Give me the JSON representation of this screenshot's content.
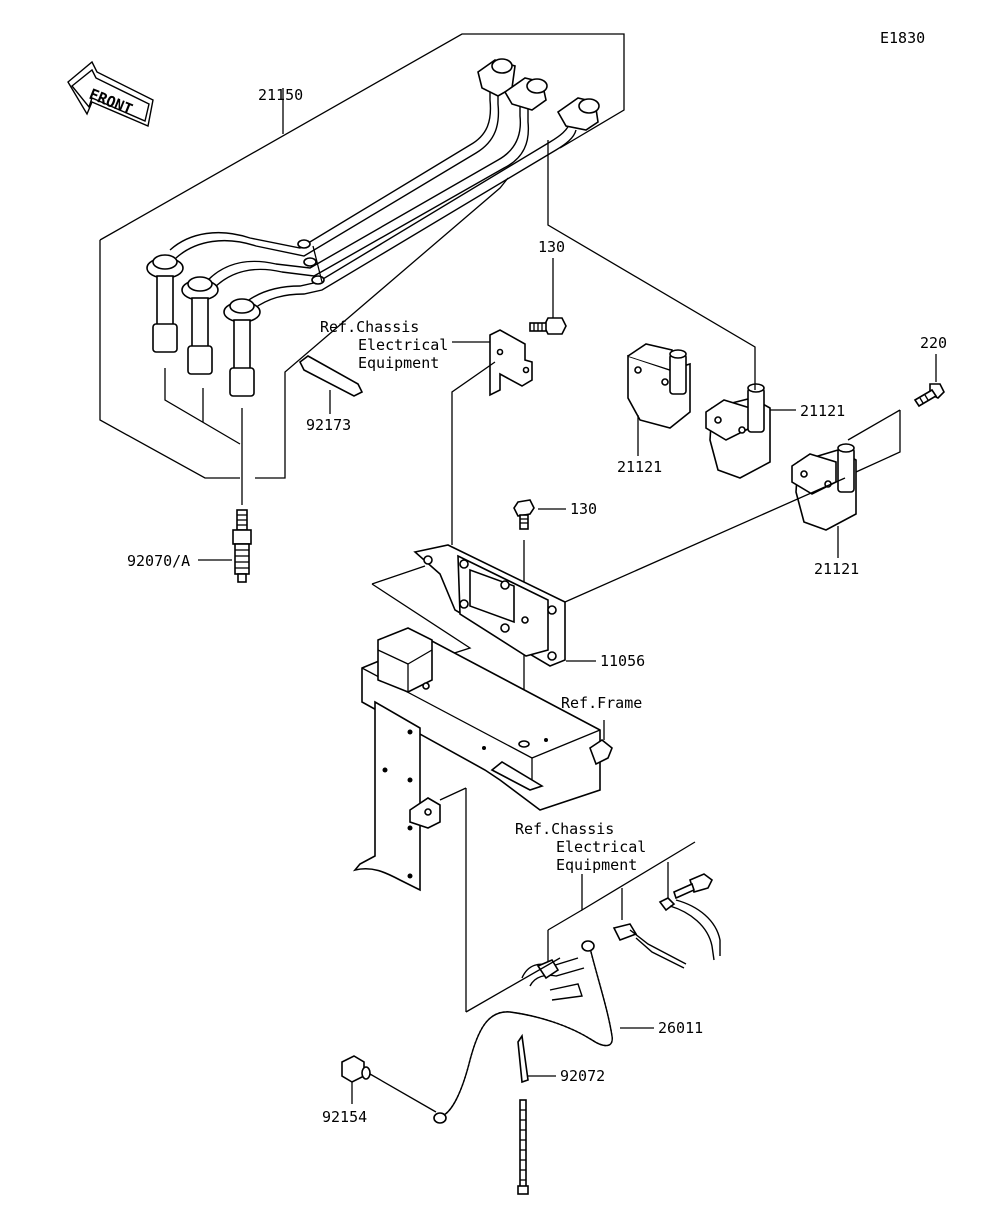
{
  "diagram_id": "E1830",
  "front_label": "FRONT",
  "labels": {
    "p21150": "21150",
    "p92173": "92173",
    "p92070": "92070/A",
    "p130a": "130",
    "p130b": "130",
    "p220": "220",
    "p21121a": "21121",
    "p21121b": "21121",
    "p21121c": "21121",
    "p11056": "11056",
    "p26011": "26011",
    "p92072": "92072",
    "p92154": "92154",
    "ref_frame": "Ref.Frame"
  },
  "ref_chassis_1": [
    "Ref.Chassis",
    "Electrical",
    "Equipment"
  ],
  "ref_chassis_2": [
    "Ref.Chassis",
    "Electrical",
    "Equipment"
  ]
}
